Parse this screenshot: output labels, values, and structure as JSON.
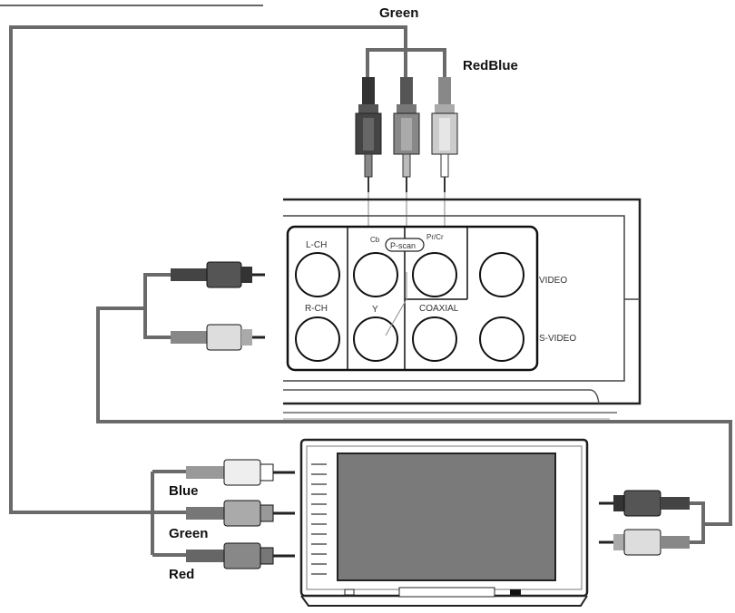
{
  "labels": {
    "top_green": "Green",
    "top_redblue": "RedBlue",
    "tv_blue": "Blue",
    "tv_green": "Green",
    "tv_red": "Red"
  },
  "panel": {
    "lch": "L-CH",
    "rch": "R-CH",
    "cb": "Cb",
    "pscan": "P-scan",
    "prcr": "Pr/Cr",
    "y": "Y",
    "coaxial": "COAXIAL",
    "video": "VIDEO",
    "svideo": "S-VIDEO"
  }
}
